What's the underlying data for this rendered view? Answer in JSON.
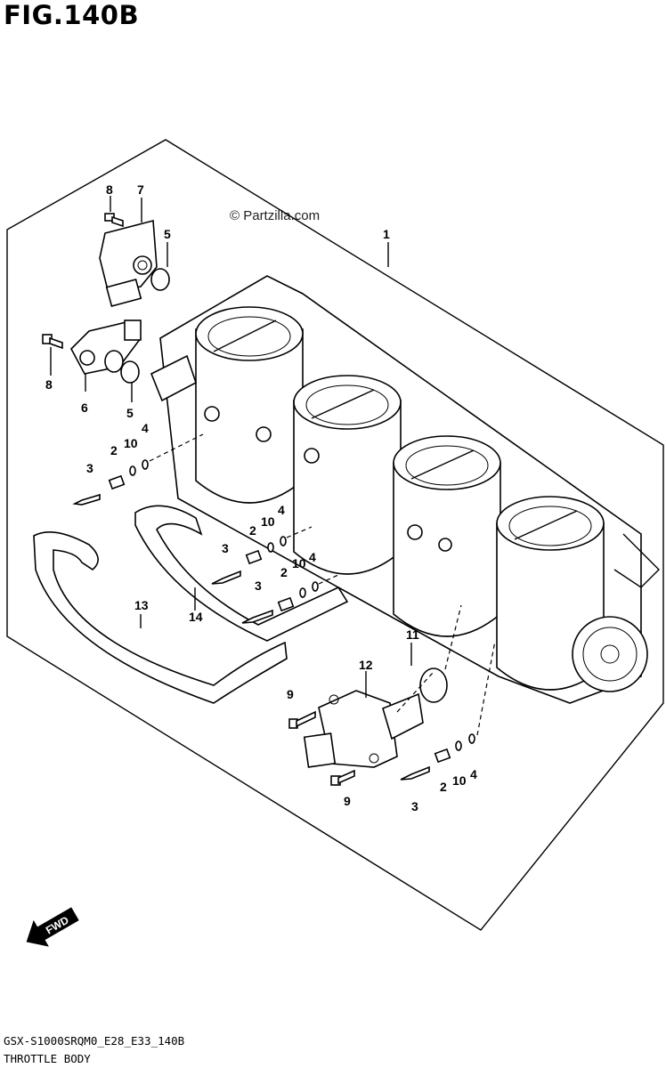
{
  "header": {
    "figure_label": "FIG.140B"
  },
  "watermark": "© Partzilla.com",
  "footer": {
    "model_code": "GSX-S1000SRQM0_E28_E33_140B",
    "section_name": "THROTTLE BODY"
  },
  "fwd_badge": "FWD",
  "callouts": {
    "c1": "1",
    "c2a": "2",
    "c2b": "2",
    "c2c": "2",
    "c2d": "2",
    "c3a": "3",
    "c3b": "3",
    "c3c": "3",
    "c3d": "3",
    "c4a": "4",
    "c4b": "4",
    "c4c": "4",
    "c4d": "4",
    "c5a": "5",
    "c5b": "5",
    "c6": "6",
    "c7": "7",
    "c8a": "8",
    "c8b": "8",
    "c9a": "9",
    "c9b": "9",
    "c10a": "10",
    "c10b": "10",
    "c10c": "10",
    "c10d": "10",
    "c11": "11",
    "c12": "12",
    "c13": "13",
    "c14": "14"
  }
}
